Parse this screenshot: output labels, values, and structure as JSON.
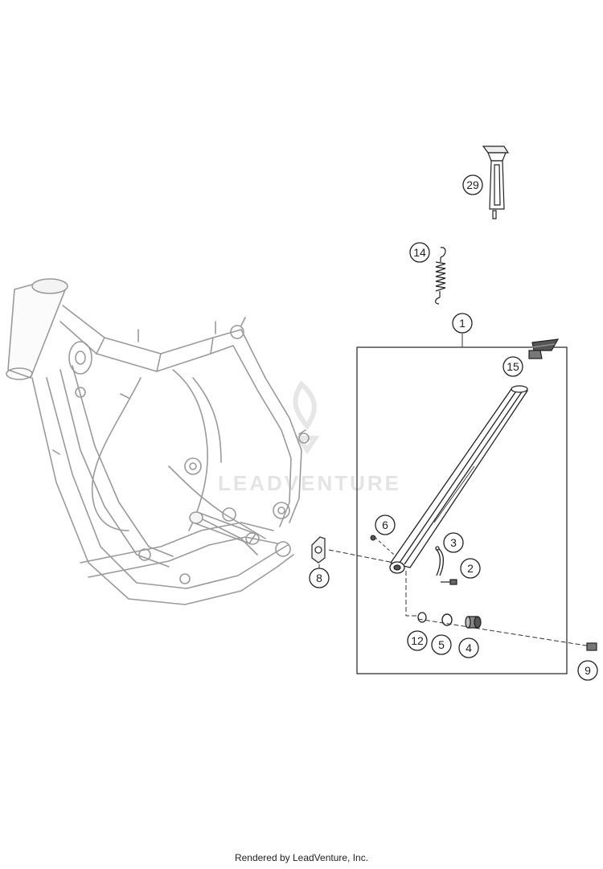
{
  "diagram": {
    "watermark": "LEADVENTURE",
    "footer": "Rendered by LeadVenture, Inc.",
    "callouts": [
      {
        "id": "c1",
        "label": "1"
      },
      {
        "id": "c2",
        "label": "2"
      },
      {
        "id": "c3",
        "label": "3"
      },
      {
        "id": "c4",
        "label": "4"
      },
      {
        "id": "c5",
        "label": "5"
      },
      {
        "id": "c6",
        "label": "6"
      },
      {
        "id": "c8",
        "label": "8"
      },
      {
        "id": "c9",
        "label": "9"
      },
      {
        "id": "c12",
        "label": "12"
      },
      {
        "id": "c14",
        "label": "14"
      },
      {
        "id": "c15",
        "label": "15"
      },
      {
        "id": "c29",
        "label": "29"
      }
    ]
  }
}
